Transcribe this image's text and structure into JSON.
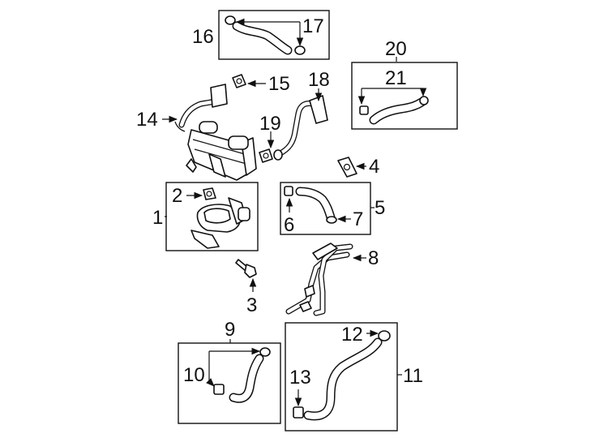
{
  "callouts": {
    "c1": "1",
    "c2": "2",
    "c3": "3",
    "c4": "4",
    "c5": "5",
    "c6": "6",
    "c7": "7",
    "c8": "8",
    "c9": "9",
    "c10": "10",
    "c11": "11",
    "c12": "12",
    "c13": "13",
    "c14": "14",
    "c15": "15",
    "c16": "16",
    "c17": "17",
    "c18": "18",
    "c19": "19",
    "c20": "20",
    "c21": "21"
  },
  "colors": {
    "ink": "#111111",
    "background": "#ffffff"
  }
}
